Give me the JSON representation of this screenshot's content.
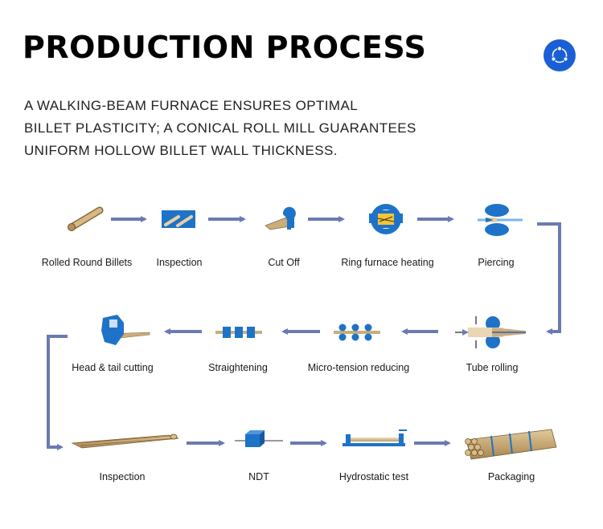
{
  "header": {
    "title": "PRODUCTION PROCESS",
    "share_icon": "share-icon",
    "description_lines": [
      "A WALKING-BEAM FURNACE ENSURES OPTIMAL",
      "BILLET PLASTICITY; A CONICAL ROLL MILL GUARANTEES",
      "UNIFORM HOLLOW BILLET WALL THICKNESS."
    ]
  },
  "colors": {
    "accent_blue": "#1a5fd6",
    "arrow": "#6b7ab3",
    "part_blue": "#1e73c8",
    "wood": "#c9ad7a"
  },
  "steps": {
    "row1": [
      {
        "label": "Rolled Round Billets",
        "icon": "round-billet-icon"
      },
      {
        "label": "Inspection",
        "icon": "inspection-icon"
      },
      {
        "label": "Cut Off",
        "icon": "cut-off-icon"
      },
      {
        "label": "Ring furnace heating",
        "icon": "furnace-icon"
      },
      {
        "label": "Piercing",
        "icon": "piercing-icon"
      }
    ],
    "row2": [
      {
        "label": "Tube rolling",
        "icon": "tube-rolling-icon"
      },
      {
        "label": "Micro-tension reducing",
        "icon": "reducing-icon"
      },
      {
        "label": "Straightening",
        "icon": "straightening-icon"
      },
      {
        "label": "Head & tail cutting",
        "icon": "cutting-icon"
      }
    ],
    "row3": [
      {
        "label": "Inspection",
        "icon": "pipe-inspection-icon"
      },
      {
        "label": "NDT",
        "icon": "ndt-icon"
      },
      {
        "label": "Hydrostatic test",
        "icon": "hydrostatic-icon"
      },
      {
        "label": "Packaging",
        "icon": "packaging-icon"
      }
    ]
  }
}
